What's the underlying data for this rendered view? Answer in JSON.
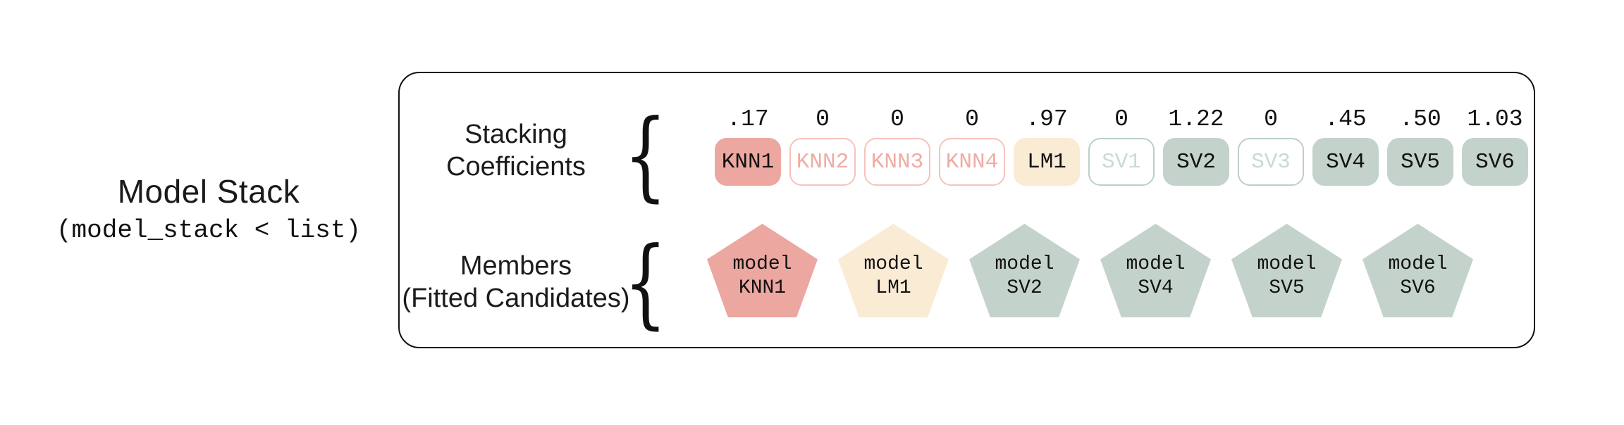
{
  "title": {
    "heading": "Model Stack",
    "code": "(model_stack < list)"
  },
  "panel": {
    "coefficients_label": {
      "line1": "Stacking",
      "line2": "Coefficients",
      "brace": "{"
    },
    "members_label": {
      "line1": "Members",
      "line2": "(Fitted Candidates)",
      "brace": "{"
    },
    "coefficients": [
      {
        "value": ".17",
        "label": "KNN1",
        "state": "salmon-filled"
      },
      {
        "value": "0",
        "label": "KNN2",
        "state": "salmon-outline"
      },
      {
        "value": "0",
        "label": "KNN3",
        "state": "salmon-outline"
      },
      {
        "value": "0",
        "label": "KNN4",
        "state": "salmon-outline"
      },
      {
        "value": ".97",
        "label": "LM1",
        "state": "peach-filled"
      },
      {
        "value": "0",
        "label": "SV1",
        "state": "sage-outline"
      },
      {
        "value": "1.22",
        "label": "SV2",
        "state": "sage-filled"
      },
      {
        "value": "0",
        "label": "SV3",
        "state": "sage-outline"
      },
      {
        "value": ".45",
        "label": "SV4",
        "state": "sage-filled"
      },
      {
        "value": ".50",
        "label": "SV5",
        "state": "sage-filled"
      },
      {
        "value": "1.03",
        "label": "SV6",
        "state": "sage-filled"
      }
    ],
    "members": [
      {
        "line1": "model",
        "line2": "KNN1",
        "palette": "salmon"
      },
      {
        "line1": "model",
        "line2": "LM1",
        "palette": "peach"
      },
      {
        "line1": "model",
        "line2": "SV2",
        "palette": "sage"
      },
      {
        "line1": "model",
        "line2": "SV4",
        "palette": "sage"
      },
      {
        "line1": "model",
        "line2": "SV5",
        "palette": "sage"
      },
      {
        "line1": "model",
        "line2": "SV6",
        "palette": "sage"
      }
    ]
  },
  "colors": {
    "salmon_fill": "#eca8a0",
    "salmon_border": "#f5c3bb",
    "salmon_text": "#efaca4",
    "peach_fill": "#faebd5",
    "sage_fill": "#c3d3cb",
    "sage_border": "#bad0c7",
    "sage_text": "#ccdad2",
    "ink": "#1a1a1a",
    "panel_border": "#101010",
    "background": "#ffffff"
  }
}
